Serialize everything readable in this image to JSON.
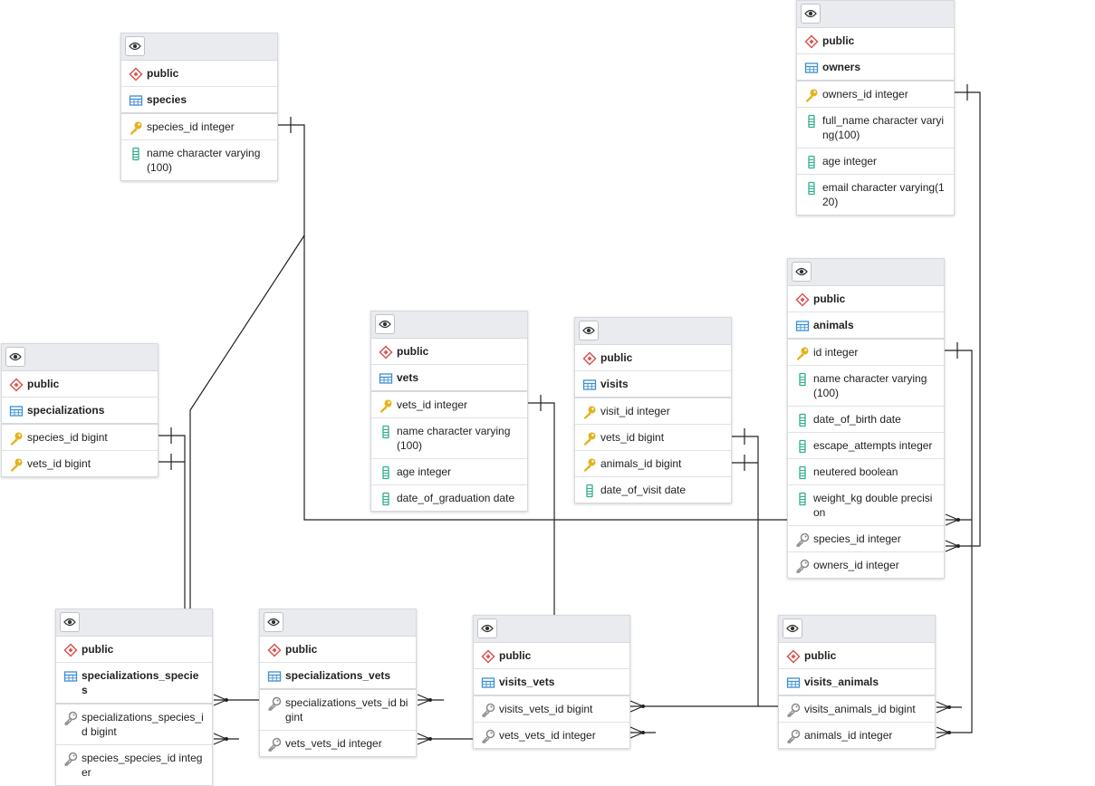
{
  "colors": {
    "schema": "#d9534f",
    "table": "#3d8fd1",
    "pk": "#e3b31c",
    "fk": "#8a8a8a",
    "column": "#2fae8e"
  },
  "tables": {
    "species": {
      "schema": "public",
      "name": "species",
      "cols": [
        {
          "icon": "pk-key-icon",
          "label": "species_id integer"
        },
        {
          "icon": "column-icon",
          "label": "name character varying(100)"
        }
      ]
    },
    "owners": {
      "schema": "public",
      "name": "owners",
      "cols": [
        {
          "icon": "pk-key-icon",
          "label": "owners_id integer"
        },
        {
          "icon": "column-icon",
          "label": "full_name character varying(100)"
        },
        {
          "icon": "column-icon",
          "label": "age integer"
        },
        {
          "icon": "column-icon",
          "label": "email character varying(120)"
        }
      ]
    },
    "animals": {
      "schema": "public",
      "name": "animals",
      "cols": [
        {
          "icon": "pk-key-icon",
          "label": "id integer"
        },
        {
          "icon": "column-icon",
          "label": "name character varying(100)"
        },
        {
          "icon": "column-icon",
          "label": "date_of_birth date"
        },
        {
          "icon": "column-icon",
          "label": "escape_attempts integer"
        },
        {
          "icon": "column-icon",
          "label": "neutered boolean"
        },
        {
          "icon": "column-icon",
          "label": "weight_kg double precision"
        },
        {
          "icon": "fk-key-icon",
          "label": "species_id integer"
        },
        {
          "icon": "fk-key-icon",
          "label": "owners_id integer"
        }
      ]
    },
    "vets": {
      "schema": "public",
      "name": "vets",
      "cols": [
        {
          "icon": "pk-key-icon",
          "label": "vets_id integer"
        },
        {
          "icon": "column-icon",
          "label": "name character varying(100)"
        },
        {
          "icon": "column-icon",
          "label": "age integer"
        },
        {
          "icon": "column-icon",
          "label": "date_of_graduation date"
        }
      ]
    },
    "visits": {
      "schema": "public",
      "name": "visits",
      "cols": [
        {
          "icon": "pk-key-icon",
          "label": "visit_id integer"
        },
        {
          "icon": "pk-key-icon",
          "label": "vets_id bigint"
        },
        {
          "icon": "pk-key-icon",
          "label": "animals_id bigint"
        },
        {
          "icon": "column-icon",
          "label": "date_of_visit date"
        }
      ]
    },
    "specializations": {
      "schema": "public",
      "name": "specializations",
      "cols": [
        {
          "icon": "pk-key-icon",
          "label": "species_id bigint"
        },
        {
          "icon": "pk-key-icon",
          "label": "vets_id bigint"
        }
      ]
    },
    "specializations_species": {
      "schema": "public",
      "name": "specializations_species",
      "cols": [
        {
          "icon": "fk-key-icon",
          "label": "specializations_species_id bigint"
        },
        {
          "icon": "fk-key-icon",
          "label": "species_species_id integer"
        }
      ]
    },
    "specializations_vets": {
      "schema": "public",
      "name": "specializations_vets",
      "cols": [
        {
          "icon": "fk-key-icon",
          "label": "specializations_vets_id bigint"
        },
        {
          "icon": "fk-key-icon",
          "label": "vets_vets_id integer"
        }
      ]
    },
    "visits_vets": {
      "schema": "public",
      "name": "visits_vets",
      "cols": [
        {
          "icon": "fk-key-icon",
          "label": "visits_vets_id bigint"
        },
        {
          "icon": "fk-key-icon",
          "label": "vets_vets_id integer"
        }
      ]
    },
    "visits_animals": {
      "schema": "public",
      "name": "visits_animals",
      "cols": [
        {
          "icon": "fk-key-icon",
          "label": "visits_animals_id bigint"
        },
        {
          "icon": "fk-key-icon",
          "label": "animals_id integer"
        }
      ]
    }
  }
}
